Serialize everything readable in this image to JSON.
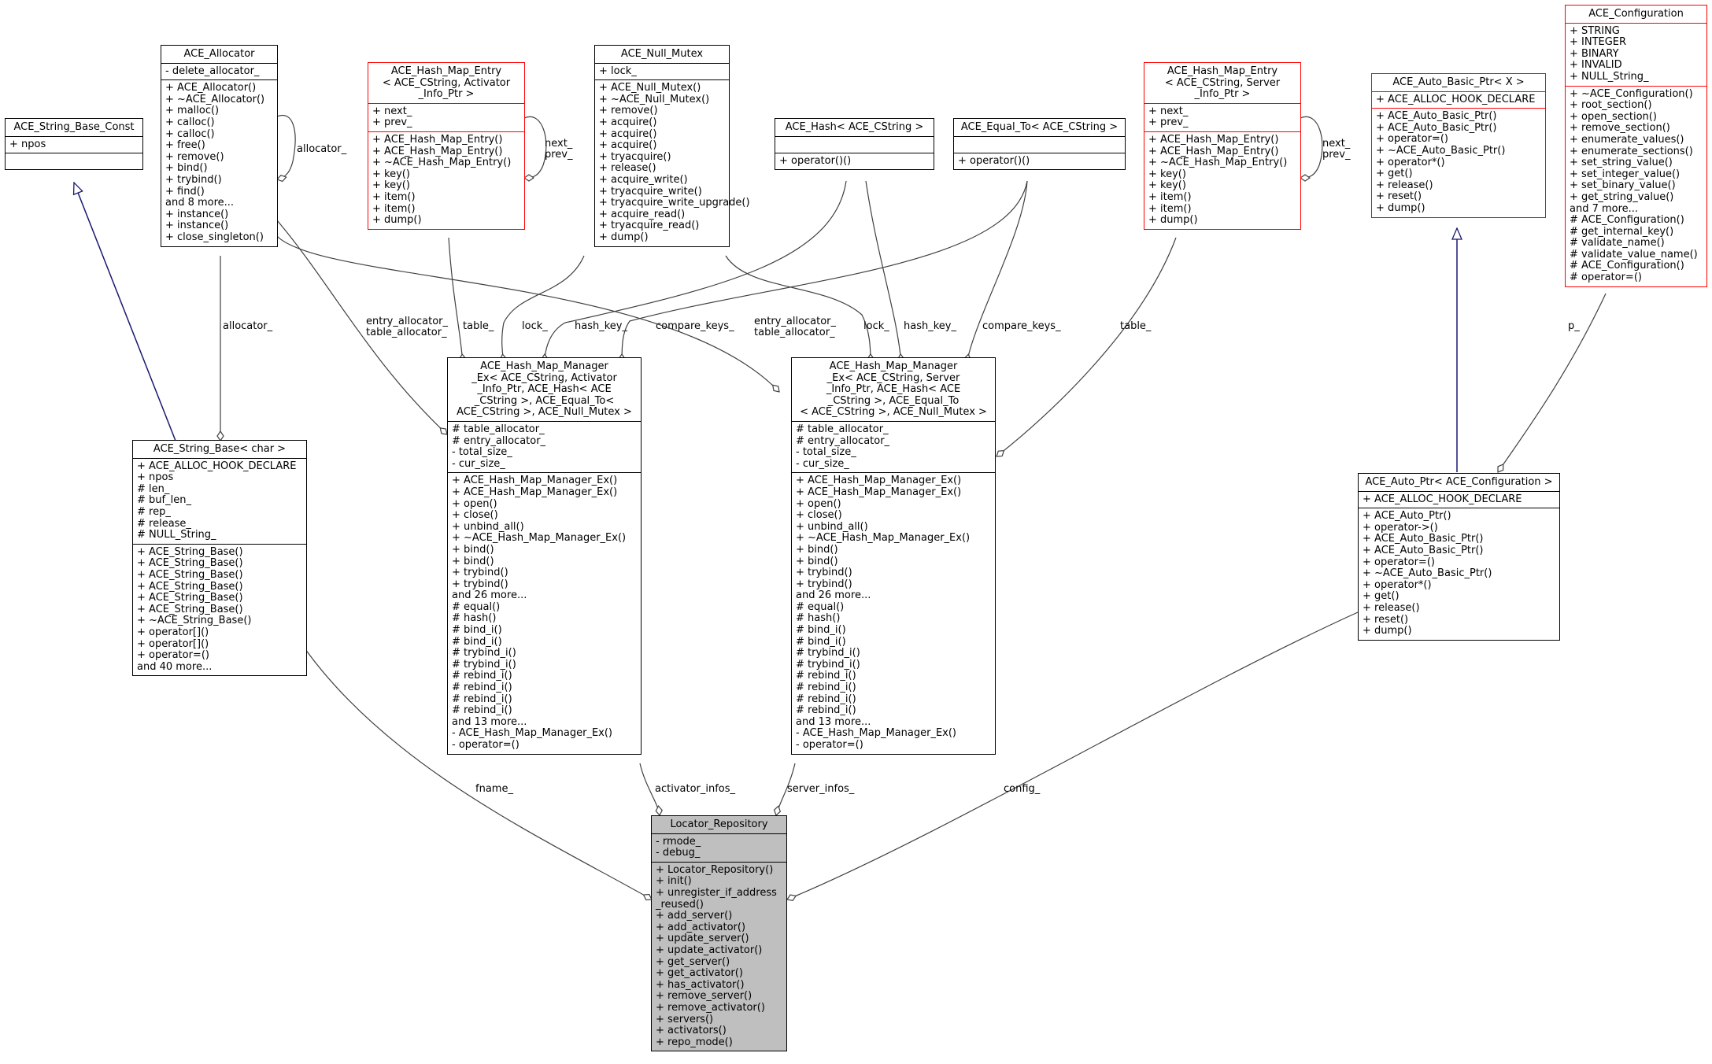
{
  "classes": [
    {
      "id": "ace_allocator",
      "title": "ACE_Allocator",
      "outline": "black",
      "attributes": [
        "- delete_allocator_"
      ],
      "operations": [
        "+ ACE_Allocator()",
        "+ ~ACE_Allocator()",
        "+ malloc()",
        "+ calloc()",
        "+ calloc()",
        "+ free()",
        "+ remove()",
        "+ bind()",
        "+ trybind()",
        "+ find()",
        "and 8 more...",
        "+ instance()",
        "+ instance()",
        "+ close_singleton()"
      ]
    },
    {
      "id": "ace_string_base_const",
      "title": "ACE_String_Base_Const",
      "outline": "black",
      "attributes": [
        "+ npos"
      ],
      "operations": []
    },
    {
      "id": "hash_entry_activator",
      "title": "ACE_Hash_Map_Entry\n< ACE_CString, Activator\n_Info_Ptr >",
      "outline": "red",
      "attributes": [
        "+ next_",
        "+ prev_"
      ],
      "operations": [
        "+ ACE_Hash_Map_Entry()",
        "+ ACE_Hash_Map_Entry()",
        "+ ~ACE_Hash_Map_Entry()",
        "+ key()",
        "+ key()",
        "+ item()",
        "+ item()",
        "+ dump()"
      ]
    },
    {
      "id": "ace_null_mutex",
      "title": "ACE_Null_Mutex",
      "outline": "black",
      "attributes": [
        "+ lock_"
      ],
      "operations": [
        "+ ACE_Null_Mutex()",
        "+ ~ACE_Null_Mutex()",
        "+ remove()",
        "+ acquire()",
        "+ acquire()",
        "+ acquire()",
        "+ tryacquire()",
        "+ release()",
        "+ acquire_write()",
        "+ tryacquire_write()",
        "+ tryacquire_write_upgrade()",
        "+ acquire_read()",
        "+ tryacquire_read()",
        "+ dump()"
      ]
    },
    {
      "id": "ace_hash",
      "title": "ACE_Hash< ACE_CString >",
      "outline": "black",
      "attributes": [],
      "operations": [
        "+ operator()()"
      ]
    },
    {
      "id": "ace_equal_to",
      "title": "ACE_Equal_To< ACE_CString >",
      "outline": "black",
      "attributes": [],
      "operations": [
        "+ operator()()"
      ]
    },
    {
      "id": "hash_entry_server",
      "title": "ACE_Hash_Map_Entry\n< ACE_CString, Server\n_Info_Ptr >",
      "outline": "red",
      "attributes": [
        "+ next_",
        "+ prev_"
      ],
      "operations": [
        "+ ACE_Hash_Map_Entry()",
        "+ ACE_Hash_Map_Entry()",
        "+ ~ACE_Hash_Map_Entry()",
        "+ key()",
        "+ key()",
        "+ item()",
        "+ item()",
        "+ dump()"
      ]
    },
    {
      "id": "ace_auto_basic_ptr",
      "title": "ACE_Auto_Basic_Ptr< X >",
      "outline": "red",
      "attributes": [
        "+ ACE_ALLOC_HOOK_DECLARE"
      ],
      "operations": [
        "+ ACE_Auto_Basic_Ptr()",
        "+ ACE_Auto_Basic_Ptr()",
        "+ operator=()",
        "+ ~ACE_Auto_Basic_Ptr()",
        "+ operator*()",
        "+ get()",
        "+ release()",
        "+ reset()",
        "+ dump()"
      ]
    },
    {
      "id": "ace_configuration",
      "title": "ACE_Configuration",
      "outline": "red",
      "attributes": [
        "+ STRING",
        "+ INTEGER",
        "+ BINARY",
        "+ INVALID",
        "+ NULL_String_"
      ],
      "operations": [
        "+ ~ACE_Configuration()",
        "+ root_section()",
        "+ open_section()",
        "+ remove_section()",
        "+ enumerate_values()",
        "+ enumerate_sections()",
        "+ set_string_value()",
        "+ set_integer_value()",
        "+ set_binary_value()",
        "+ get_string_value()",
        "and 7 more...",
        "# ACE_Configuration()",
        "# get_internal_key()",
        "# validate_name()",
        "# validate_value_name()",
        "# ACE_Configuration()",
        "# operator=()"
      ]
    },
    {
      "id": "ace_string_base",
      "title": "ACE_String_Base< char >",
      "outline": "black",
      "attributes": [
        "+ ACE_ALLOC_HOOK_DECLARE",
        "+ npos",
        "# len_",
        "# buf_len_",
        "# rep_",
        "# release_",
        "# NULL_String_"
      ],
      "operations": [
        "+ ACE_String_Base()",
        "+ ACE_String_Base()",
        "+ ACE_String_Base()",
        "+ ACE_String_Base()",
        "+ ACE_String_Base()",
        "+ ACE_String_Base()",
        "+ ~ACE_String_Base()",
        "+ operator[]()",
        "+ operator[]()",
        "+ operator=()",
        "and 40 more..."
      ]
    },
    {
      "id": "hmm_activator",
      "title": "ACE_Hash_Map_Manager\n_Ex< ACE_CString, Activator\n_Info_Ptr, ACE_Hash< ACE\n_CString >, ACE_Equal_To<\n ACE_CString >, ACE_Null_Mutex >",
      "outline": "black",
      "attributes": [
        "# table_allocator_",
        "# entry_allocator_",
        "- total_size_",
        "- cur_size_"
      ],
      "operations": [
        "+ ACE_Hash_Map_Manager_Ex()",
        "+ ACE_Hash_Map_Manager_Ex()",
        "+ open()",
        "+ close()",
        "+ unbind_all()",
        "+ ~ACE_Hash_Map_Manager_Ex()",
        "+ bind()",
        "+ bind()",
        "+ trybind()",
        "+ trybind()",
        "and 26 more...",
        "# equal()",
        "# hash()",
        "# bind_i()",
        "# bind_i()",
        "# trybind_i()",
        "# trybind_i()",
        "# rebind_i()",
        "# rebind_i()",
        "# rebind_i()",
        "# rebind_i()",
        "and 13 more...",
        "- ACE_Hash_Map_Manager_Ex()",
        "- operator=()"
      ]
    },
    {
      "id": "hmm_server",
      "title": "ACE_Hash_Map_Manager\n_Ex< ACE_CString, Server\n_Info_Ptr, ACE_Hash< ACE\n_CString >, ACE_Equal_To\n< ACE_CString >, ACE_Null_Mutex >",
      "outline": "black",
      "attributes": [
        "# table_allocator_",
        "# entry_allocator_",
        "- total_size_",
        "- cur_size_"
      ],
      "operations": [
        "+ ACE_Hash_Map_Manager_Ex()",
        "+ ACE_Hash_Map_Manager_Ex()",
        "+ open()",
        "+ close()",
        "+ unbind_all()",
        "+ ~ACE_Hash_Map_Manager_Ex()",
        "+ bind()",
        "+ bind()",
        "+ trybind()",
        "+ trybind()",
        "and 26 more...",
        "# equal()",
        "# hash()",
        "# bind_i()",
        "# bind_i()",
        "# trybind_i()",
        "# trybind_i()",
        "# rebind_i()",
        "# rebind_i()",
        "# rebind_i()",
        "# rebind_i()",
        "and 13 more...",
        "- ACE_Hash_Map_Manager_Ex()",
        "- operator=()"
      ]
    },
    {
      "id": "ace_auto_ptr",
      "title": "ACE_Auto_Ptr< ACE_Configuration >",
      "outline": "black",
      "attributes": [
        "+ ACE_ALLOC_HOOK_DECLARE"
      ],
      "operations": [
        "+ ACE_Auto_Ptr()",
        "+ operator->()",
        "+ ACE_Auto_Basic_Ptr()",
        "+ ACE_Auto_Basic_Ptr()",
        "+ operator=()",
        "+ ~ACE_Auto_Basic_Ptr()",
        "+ operator*()",
        "+ get()",
        "+ release()",
        "+ reset()",
        "+ dump()"
      ]
    },
    {
      "id": "locator_repository",
      "title": "Locator_Repository",
      "outline": "black",
      "attributes": [
        "- rmode_",
        "- debug_"
      ],
      "operations": [
        "+ Locator_Repository()",
        "+ init()",
        "+ unregister_if_address\n_reused()",
        "+ add_server()",
        "+ add_activator()",
        "+ update_server()",
        "+ update_activator()",
        "+ get_server()",
        "+ get_activator()",
        "+ has_activator()",
        "+ remove_server()",
        "+ remove_activator()",
        "+ servers()",
        "+ activators()",
        "+ repo_mode()"
      ]
    }
  ],
  "edge_labels": {
    "allocator_self": "allocator_",
    "next_prev_activator": "next_\nprev_",
    "next_prev_server": "next_\nprev_",
    "allocator_to_string": "allocator_",
    "alloc_to_hmm_activator": "entry_allocator_\ntable_allocator_",
    "table_activator": "table_",
    "lock_activator": "lock_",
    "hash_key_activator": "hash_key_",
    "compare_keys_activator": "compare_keys_",
    "alloc_to_hmm_server": "entry_allocator_\ntable_allocator_",
    "lock_server": "lock_",
    "hash_key_server": "hash_key_",
    "compare_keys_server": "compare_keys_",
    "table_server": "table_",
    "p": "p_",
    "fname": "fname_",
    "activator_infos": "activator_infos_",
    "server_infos": "server_infos_",
    "config": "config_"
  }
}
